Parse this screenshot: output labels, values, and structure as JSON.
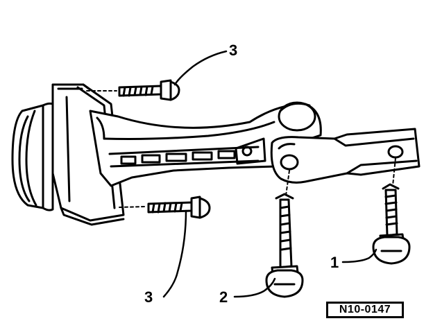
{
  "figure": {
    "reference_code": "N10-0147",
    "callouts": [
      {
        "id": "callout-1",
        "label": "1"
      },
      {
        "id": "callout-2",
        "label": "2"
      },
      {
        "id": "callout-3-upper",
        "label": "3"
      },
      {
        "id": "callout-3-lower",
        "label": "3"
      }
    ]
  }
}
